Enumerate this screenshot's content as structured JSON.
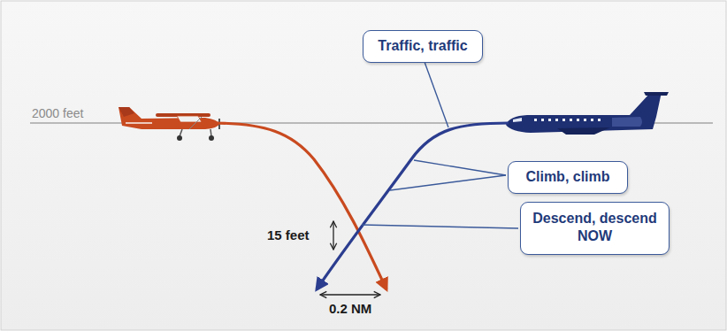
{
  "diagram": {
    "nodes": [
      {
        "text": [
          "Traffic, traffic"
        ]
      },
      {
        "text": [
          "Climb, climb"
        ]
      },
      {
        "text": [
          "Descend, descend NOW"
        ]
      }
    ],
    "labels": [
      "2000 feet",
      "15 feet",
      "0.2 NM"
    ]
  }
}
